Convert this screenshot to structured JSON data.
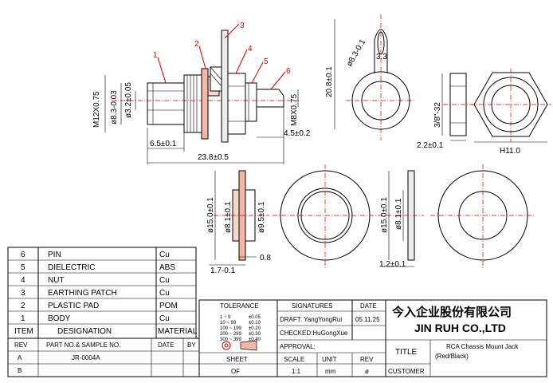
{
  "callouts": [
    "1",
    "2",
    "3",
    "4",
    "5",
    "6"
  ],
  "dimensions": {
    "thread_main": "M12X0.75",
    "d_inner": "ø8.3-0.03",
    "d_pin": "ø3.2±0.05",
    "thread_rear": "M8X0.75",
    "len_a": "6.5±0.1",
    "len_b": "4.5±0.2",
    "len_total": "23.8±0.5",
    "lug_height": "20.8±0.1",
    "lug_hole": "ø8.3-0.1",
    "lug_tab": "3.3",
    "lug_thick": "2.2±0.1",
    "nut_thread": "3/8\"-32",
    "nut_width": "H11.0",
    "pad_od": "ø15.0±0.1",
    "pad_id": "ø8.1±0.1",
    "pad_step": "ø9.5±0.1",
    "pad_t1": "1.7-0.1",
    "pad_t2": "0.8",
    "washer_od": "ø15.0±0.1",
    "washer_id": "ø8.1±0.1",
    "washer_t": "1.2±0.1"
  },
  "bom": {
    "headers": {
      "item": "ITEM",
      "designation": "DESIGNATION",
      "material": "MATERIAL"
    },
    "rows": [
      {
        "item": "6",
        "designation": "PIN",
        "material": "Cu"
      },
      {
        "item": "5",
        "designation": "DIELECTRIC",
        "material": "ABS"
      },
      {
        "item": "4",
        "designation": "NUT",
        "material": "Cu"
      },
      {
        "item": "3",
        "designation": "EARTHING  PATCH",
        "material": "Cu"
      },
      {
        "item": "2",
        "designation": "PLASTIC  PAD",
        "material": "POM"
      },
      {
        "item": "1",
        "designation": "BODY",
        "material": "Cu"
      }
    ]
  },
  "rev_table": {
    "headers": {
      "rev": "REV",
      "part": "PART NO.& SAMPLE NO.",
      "date": "DATE",
      "by": "BY"
    },
    "rows": [
      {
        "rev": "A",
        "part": "JR-0004A"
      },
      {
        "rev": "B",
        "part": ""
      }
    ]
  },
  "title_block": {
    "tolerance": "TOLERANCE",
    "signatures": "SIGNATURES",
    "date_label": "DATE",
    "draft": "DRAFT: YangYongRui",
    "checked": "CHECKED:HuGongXue",
    "approval": "APPROVAL:",
    "draw_date": "05.11.25",
    "company_cn": "今入企业股份有限公司",
    "company_en": "JIN  RUH  CO.,LTD",
    "title_label": "TITLE",
    "title_line1": "RCA Chassis Mount Jack",
    "title_line2": "(Red/Black)",
    "sheet_label": "SHEET",
    "sheet_val": "OF",
    "scale_label": "SCALE",
    "scale_val": "1:1",
    "unit_label": "UNIT",
    "unit_val": "mm",
    "rev_label": "REV",
    "rev_val": "ø",
    "customer_label": "CUSTOMER",
    "tol_rows": [
      {
        "range": "1 ~ 9",
        "val": "±0.05"
      },
      {
        "range": "10 ~ 99",
        "val": "±0.10"
      },
      {
        "range": "100 ~ 199",
        "val": "±0.20"
      },
      {
        "range": "200 ~ 299",
        "val": "±0.30"
      },
      {
        "range": "300 ~ 399",
        "val": "±0.40"
      }
    ]
  }
}
